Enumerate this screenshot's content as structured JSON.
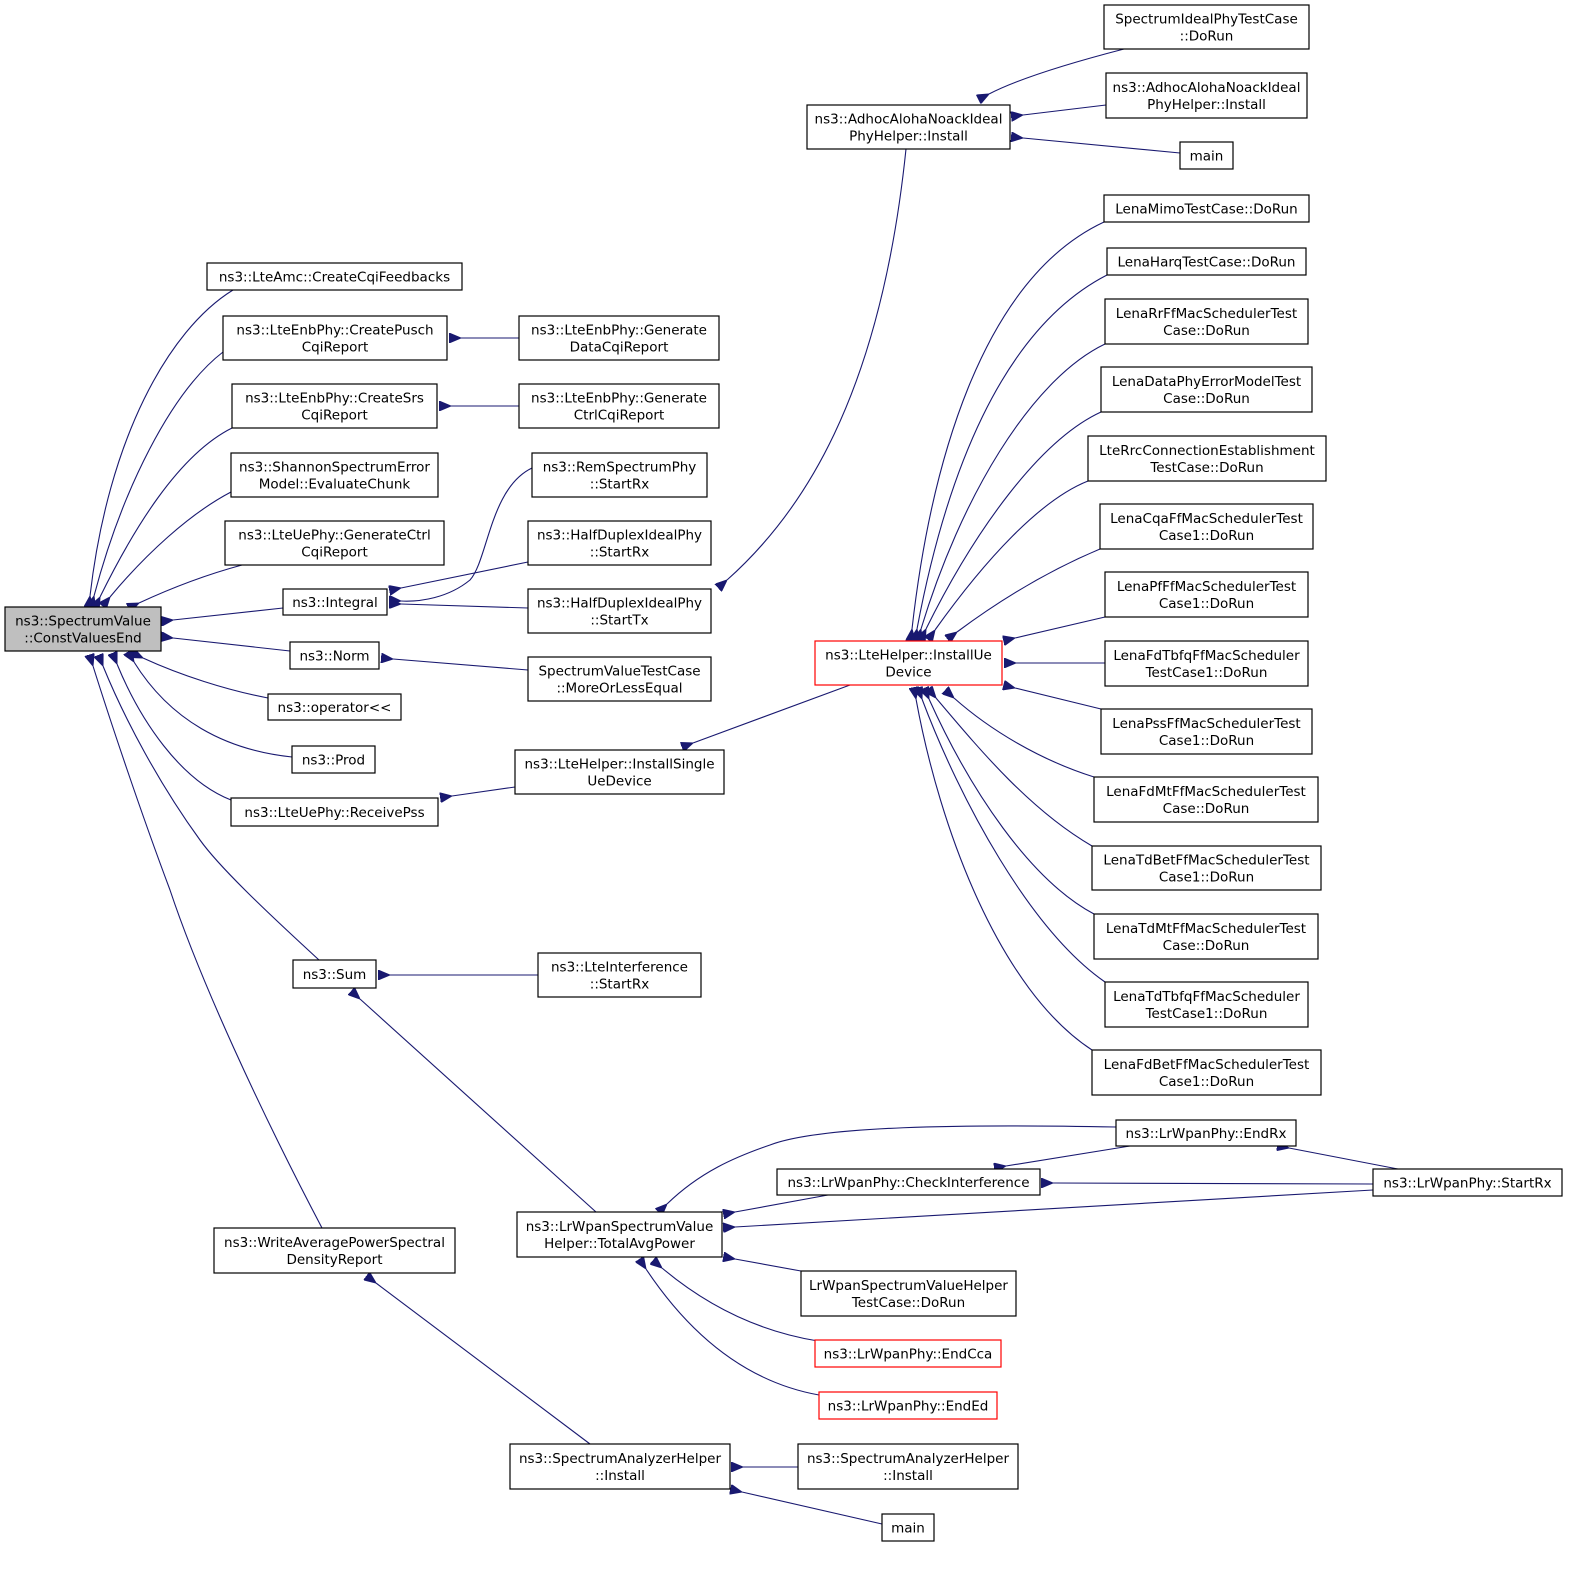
{
  "colors": {
    "edge": "#191970",
    "root_fill": "#bfbfbf",
    "box_stroke": "#000000",
    "truncated_stroke": "#ff0000"
  },
  "nodes": {
    "root": {
      "lines": [
        "ns3::SpectrumValue",
        "::ConstValuesEnd"
      ]
    },
    "lteamc": {
      "lines": [
        "ns3::LteAmc::CreateCqiFeedbacks"
      ]
    },
    "pusch": {
      "lines": [
        "ns3::LteEnbPhy::CreatePusch",
        "CqiReport"
      ]
    },
    "srs": {
      "lines": [
        "ns3::LteEnbPhy::CreateSrs",
        "CqiReport"
      ]
    },
    "shannon": {
      "lines": [
        "ns3::ShannonSpectrumError",
        "Model::EvaluateChunk"
      ]
    },
    "uectrl": {
      "lines": [
        "ns3::LteUePhy::GenerateCtrl",
        "CqiReport"
      ]
    },
    "integral": {
      "lines": [
        "ns3::Integral"
      ]
    },
    "norm": {
      "lines": [
        "ns3::Norm"
      ]
    },
    "operator": {
      "lines": [
        "ns3::operator<<"
      ]
    },
    "prod": {
      "lines": [
        "ns3::Prod"
      ]
    },
    "receivepss": {
      "lines": [
        "ns3::LteUePhy::ReceivePss"
      ]
    },
    "sum": {
      "lines": [
        "ns3::Sum"
      ]
    },
    "writeavg": {
      "lines": [
        "ns3::WriteAveragePowerSpectral",
        "DensityReport"
      ]
    },
    "gendata": {
      "lines": [
        "ns3::LteEnbPhy::Generate",
        "DataCqiReport"
      ]
    },
    "genctrl": {
      "lines": [
        "ns3::LteEnbPhy::Generate",
        "CtrlCqiReport"
      ]
    },
    "remrx": {
      "lines": [
        "ns3::RemSpectrumPhy",
        "::StartRx"
      ]
    },
    "hdrx": {
      "lines": [
        "ns3::HalfDuplexIdealPhy",
        "::StartRx"
      ]
    },
    "hdtx": {
      "lines": [
        "ns3::HalfDuplexIdealPhy",
        "::StartTx"
      ]
    },
    "svtc": {
      "lines": [
        "SpectrumValueTestCase",
        "::MoreOrLessEqual"
      ]
    },
    "single": {
      "lines": [
        "ns3::LteHelper::InstallSingle",
        "UeDevice"
      ]
    },
    "lteintf": {
      "lines": [
        "ns3::LteInterference",
        "::StartRx"
      ]
    },
    "totalavg": {
      "lines": [
        "ns3::LrWpanSpectrumValue",
        "Helper::TotalAvgPower"
      ]
    },
    "sainstall": {
      "lines": [
        "ns3::SpectrumAnalyzerHelper",
        "::Install"
      ]
    },
    "adhoc": {
      "lines": [
        "ns3::AdhocAlohaNoackIdeal",
        "PhyHelper::Install"
      ]
    },
    "installue": {
      "lines": [
        "ns3::LteHelper::InstallUe",
        "Device"
      ]
    },
    "checkintf": {
      "lines": [
        "ns3::LrWpanPhy::CheckInterference"
      ]
    },
    "lrwsvhtc": {
      "lines": [
        "LrWpanSpectrumValueHelper",
        "TestCase::DoRun"
      ]
    },
    "endcca": {
      "lines": [
        "ns3::LrWpanPhy::EndCca"
      ]
    },
    "ended": {
      "lines": [
        "ns3::LrWpanPhy::EndEd"
      ]
    },
    "sainstall2": {
      "lines": [
        "ns3::SpectrumAnalyzerHelper",
        "::Install"
      ]
    },
    "main2": {
      "lines": [
        "main"
      ]
    },
    "sipt": {
      "lines": [
        "SpectrumIdealPhyTestCase",
        "::DoRun"
      ]
    },
    "adhoc2": {
      "lines": [
        "ns3::AdhocAlohaNoackIdeal",
        "PhyHelper::Install"
      ]
    },
    "main1": {
      "lines": [
        "main"
      ]
    },
    "mimo": {
      "lines": [
        "LenaMimoTestCase::DoRun"
      ]
    },
    "harq": {
      "lines": [
        "LenaHarqTestCase::DoRun"
      ]
    },
    "rr": {
      "lines": [
        "LenaRrFfMacSchedulerTest",
        "Case::DoRun"
      ]
    },
    "dataphy": {
      "lines": [
        "LenaDataPhyErrorModelTest",
        "Case::DoRun"
      ]
    },
    "rrc": {
      "lines": [
        "LteRrcConnectionEstablishment",
        "TestCase::DoRun"
      ]
    },
    "cqa": {
      "lines": [
        "LenaCqaFfMacSchedulerTest",
        "Case1::DoRun"
      ]
    },
    "pf": {
      "lines": [
        "LenaPfFfMacSchedulerTest",
        "Case1::DoRun"
      ]
    },
    "fdtbfq": {
      "lines": [
        "LenaFdTbfqFfMacScheduler",
        "TestCase1::DoRun"
      ]
    },
    "pss": {
      "lines": [
        "LenaPssFfMacSchedulerTest",
        "Case1::DoRun"
      ]
    },
    "fdmt": {
      "lines": [
        "LenaFdMtFfMacSchedulerTest",
        "Case::DoRun"
      ]
    },
    "tdbet": {
      "lines": [
        "LenaTdBetFfMacSchedulerTest",
        "Case1::DoRun"
      ]
    },
    "tdmt": {
      "lines": [
        "LenaTdMtFfMacSchedulerTest",
        "Case::DoRun"
      ]
    },
    "tdtbfq": {
      "lines": [
        "LenaTdTbfqFfMacScheduler",
        "TestCase1::DoRun"
      ]
    },
    "fdbet": {
      "lines": [
        "LenaFdBetFfMacSchedulerTest",
        "Case1::DoRun"
      ]
    },
    "endrx": {
      "lines": [
        "ns3::LrWpanPhy::EndRx"
      ]
    },
    "startrx": {
      "lines": [
        "ns3::LrWpanPhy::StartRx"
      ]
    }
  },
  "edges": [
    [
      "lteamc",
      "root"
    ],
    [
      "pusch",
      "root"
    ],
    [
      "srs",
      "root"
    ],
    [
      "shannon",
      "root"
    ],
    [
      "uectrl",
      "root"
    ],
    [
      "integral",
      "root"
    ],
    [
      "norm",
      "root"
    ],
    [
      "operator",
      "root"
    ],
    [
      "prod",
      "root"
    ],
    [
      "receivepss",
      "root"
    ],
    [
      "sum",
      "root"
    ],
    [
      "writeavg",
      "root"
    ],
    [
      "gendata",
      "pusch"
    ],
    [
      "genctrl",
      "srs"
    ],
    [
      "remrx",
      "integral"
    ],
    [
      "hdrx",
      "integral"
    ],
    [
      "hdtx",
      "integral"
    ],
    [
      "svtc",
      "norm"
    ],
    [
      "single",
      "receivepss"
    ],
    [
      "lteintf",
      "sum"
    ],
    [
      "totalavg",
      "sum"
    ],
    [
      "sainstall",
      "writeavg"
    ],
    [
      "adhoc",
      "hdtx"
    ],
    [
      "installue",
      "single"
    ],
    [
      "checkintf",
      "totalavg"
    ],
    [
      "lrwsvhtc",
      "totalavg"
    ],
    [
      "endcca",
      "totalavg"
    ],
    [
      "ended",
      "totalavg"
    ],
    [
      "endrx",
      "totalavg"
    ],
    [
      "startrx",
      "totalavg"
    ],
    [
      "sainstall2",
      "sainstall"
    ],
    [
      "main2",
      "sainstall"
    ],
    [
      "sipt",
      "adhoc"
    ],
    [
      "adhoc2",
      "adhoc"
    ],
    [
      "main1",
      "adhoc"
    ],
    [
      "mimo",
      "installue"
    ],
    [
      "harq",
      "installue"
    ],
    [
      "rr",
      "installue"
    ],
    [
      "dataphy",
      "installue"
    ],
    [
      "rrc",
      "installue"
    ],
    [
      "cqa",
      "installue"
    ],
    [
      "pf",
      "installue"
    ],
    [
      "fdtbfq",
      "installue"
    ],
    [
      "pss",
      "installue"
    ],
    [
      "fdmt",
      "installue"
    ],
    [
      "tdbet",
      "installue"
    ],
    [
      "tdmt",
      "installue"
    ],
    [
      "tdtbfq",
      "installue"
    ],
    [
      "fdbet",
      "installue"
    ],
    [
      "endrx",
      "checkintf"
    ],
    [
      "startrx",
      "checkintf"
    ],
    [
      "startrx",
      "endrx"
    ]
  ]
}
